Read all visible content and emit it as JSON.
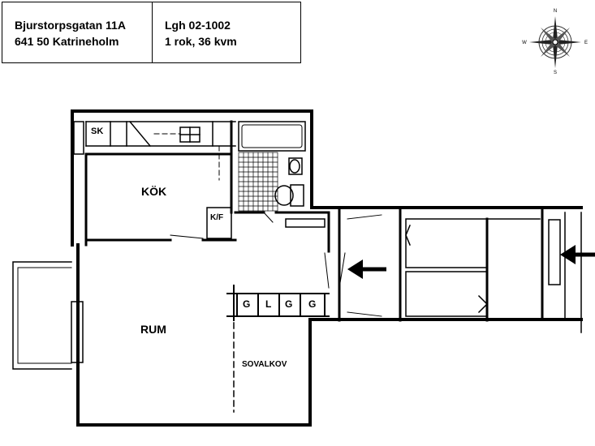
{
  "header": {
    "address_line1": "Bjurstorpsgatan 11A",
    "address_line2": "641 50 Katrineholm",
    "apartment_no": "Lgh 02-1002",
    "apartment_size": "1 rok, 36 kvm"
  },
  "compass": {
    "n": "N",
    "e": "E",
    "s": "S",
    "w": "W"
  },
  "rooms": {
    "sk": "SK",
    "kitchen": "KÖK",
    "kf": "K/F",
    "living": "RUM",
    "sleeping_alcove": "SOVALKOV",
    "closets": [
      "G",
      "L",
      "G",
      "G"
    ]
  },
  "entrance_arrows": 2
}
